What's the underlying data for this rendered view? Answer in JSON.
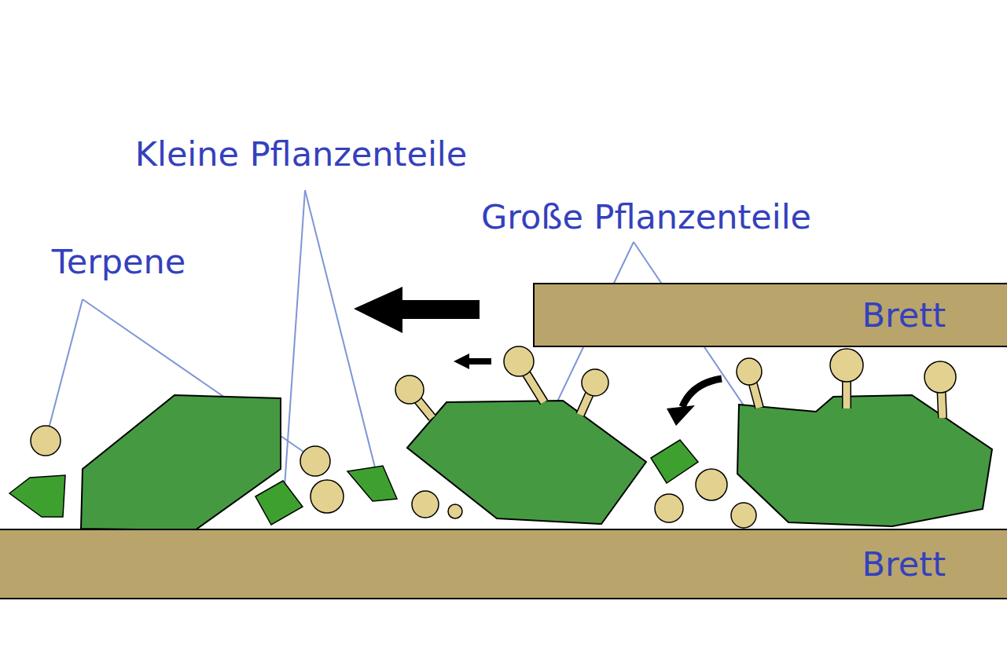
{
  "diagram": {
    "nodes": [
      {
        "text": [
          "Brett"
        ]
      },
      {
        "text": [
          "Brett"
        ]
      }
    ],
    "labels": [
      "Kleine Pflanzenteile",
      "Große Pflanzenteile",
      "Terpene"
    ]
  }
}
